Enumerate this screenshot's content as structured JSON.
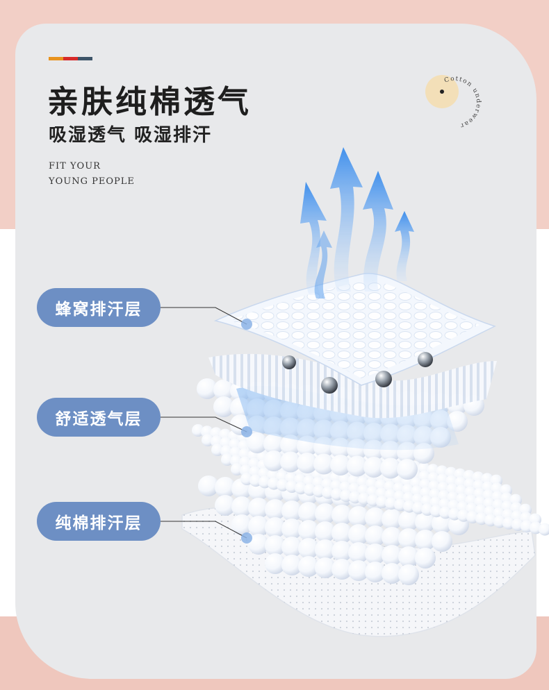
{
  "colors": {
    "stripe_1": "#e8931e",
    "stripe_2": "#d72a2a",
    "stripe_3": "#3d5468",
    "pill_bg": "#6d8fc4",
    "badge_circle": "#f3dfb8",
    "arrow_blue": "#2e86ec"
  },
  "header": {
    "title": "亲肤纯棉透气",
    "subtitle": "吸湿透气 吸湿排汗",
    "eng_line_1": "FIT YOUR",
    "eng_line_2": "YOUNG PEOPLE"
  },
  "badge": {
    "icon": "cotton-badge-icon",
    "arc_text_1": "Cotton",
    "arc_text_2": "underwear"
  },
  "layers": [
    {
      "label": "蜂窝排汗层"
    },
    {
      "label": "舒适透气层"
    },
    {
      "label": "纯棉排汗层"
    }
  ]
}
